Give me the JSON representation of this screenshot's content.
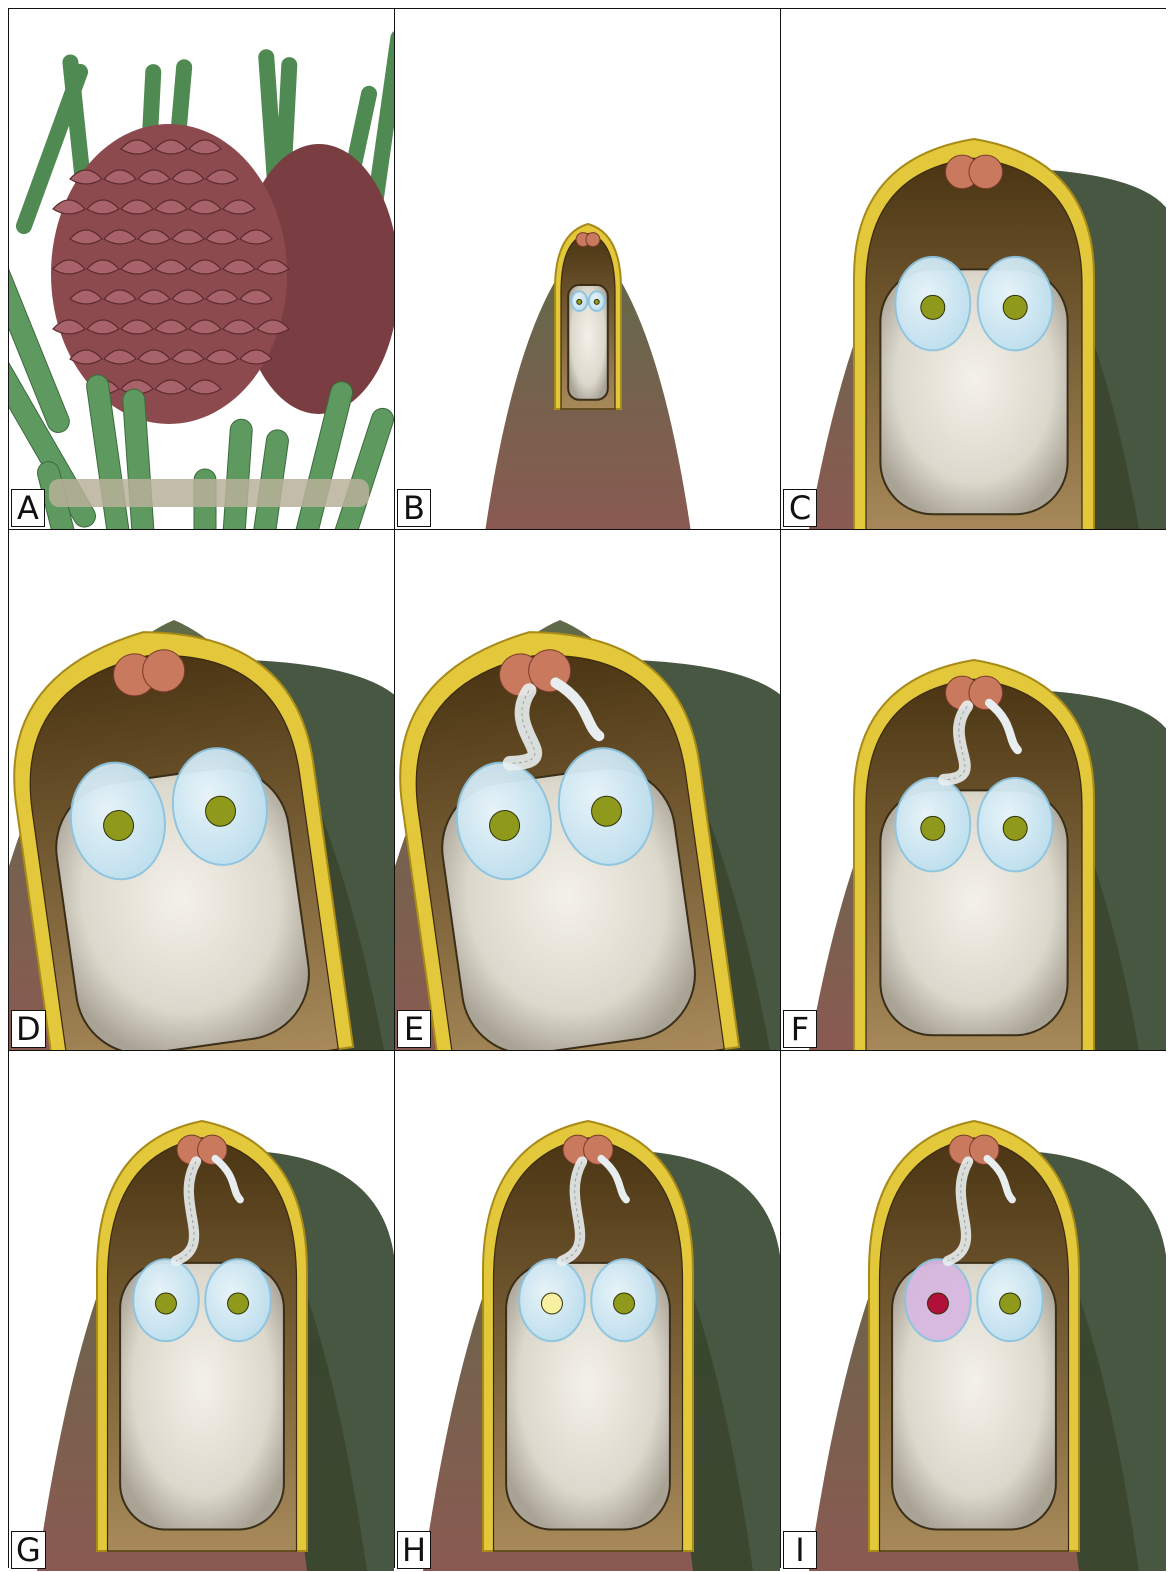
{
  "panels": [
    {
      "label": "A",
      "kind": "cone"
    },
    {
      "label": "B",
      "kind": "ovule",
      "view": "far",
      "stage": 0
    },
    {
      "label": "C",
      "kind": "ovule",
      "view": "mid",
      "stage": 0
    },
    {
      "label": "D",
      "kind": "ovule",
      "view": "close",
      "stage": 1
    },
    {
      "label": "E",
      "kind": "ovule",
      "view": "close",
      "stage": 2
    },
    {
      "label": "F",
      "kind": "ovule",
      "view": "mid",
      "stage": 2
    },
    {
      "label": "G",
      "kind": "ovule",
      "view": "tall",
      "stage": 3
    },
    {
      "label": "H",
      "kind": "ovule",
      "view": "tall",
      "stage": 4
    },
    {
      "label": "I",
      "kind": "ovule",
      "view": "tall",
      "stage": 5
    }
  ],
  "colors": {
    "needle": "#4f8a52",
    "cone_scale": "#8d4a4e",
    "integument": "#e2c83a",
    "integument_edge": "#a88a18",
    "nucellus_brown": "#7a5a2a",
    "megagametophyte": "#dcd8cc",
    "archegonium": "#bfe0f0",
    "egg_nucleus": "#8f9a1c",
    "fertilized_nucleus": "#b0103a",
    "pollen": "#c97a5e",
    "scale_tissue": "#8a5a52",
    "bract": "#34452c"
  }
}
